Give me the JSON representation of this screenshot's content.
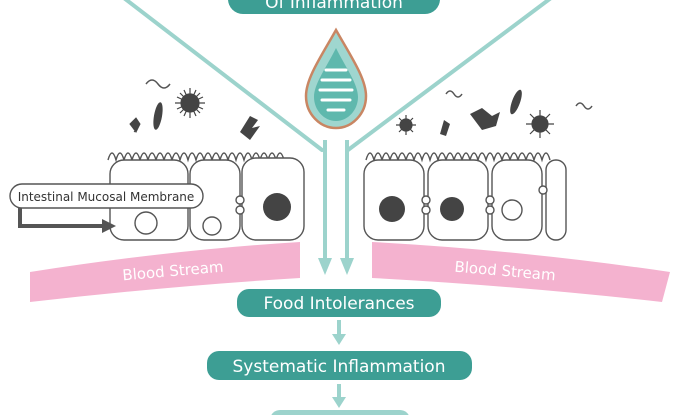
{
  "header_partial": "Of Inflammation",
  "callout_label": "Intestinal Mucosal Membrane",
  "blood_stream_left": "Blood Stream",
  "blood_stream_right": "Blood Stream",
  "steps": [
    "Food Intolerances",
    "Systematic Inflammation"
  ],
  "colors": {
    "teal": "#3d9e94",
    "teal_light": "#9cd3cc",
    "pink": "#f4b2cf",
    "ink": "#555555",
    "drop_outline": "#c98663"
  },
  "icons": [
    "gut-drop-icon",
    "bacteria-icon",
    "spiky-virus-icon",
    "spiral-bacteria-icon"
  ]
}
